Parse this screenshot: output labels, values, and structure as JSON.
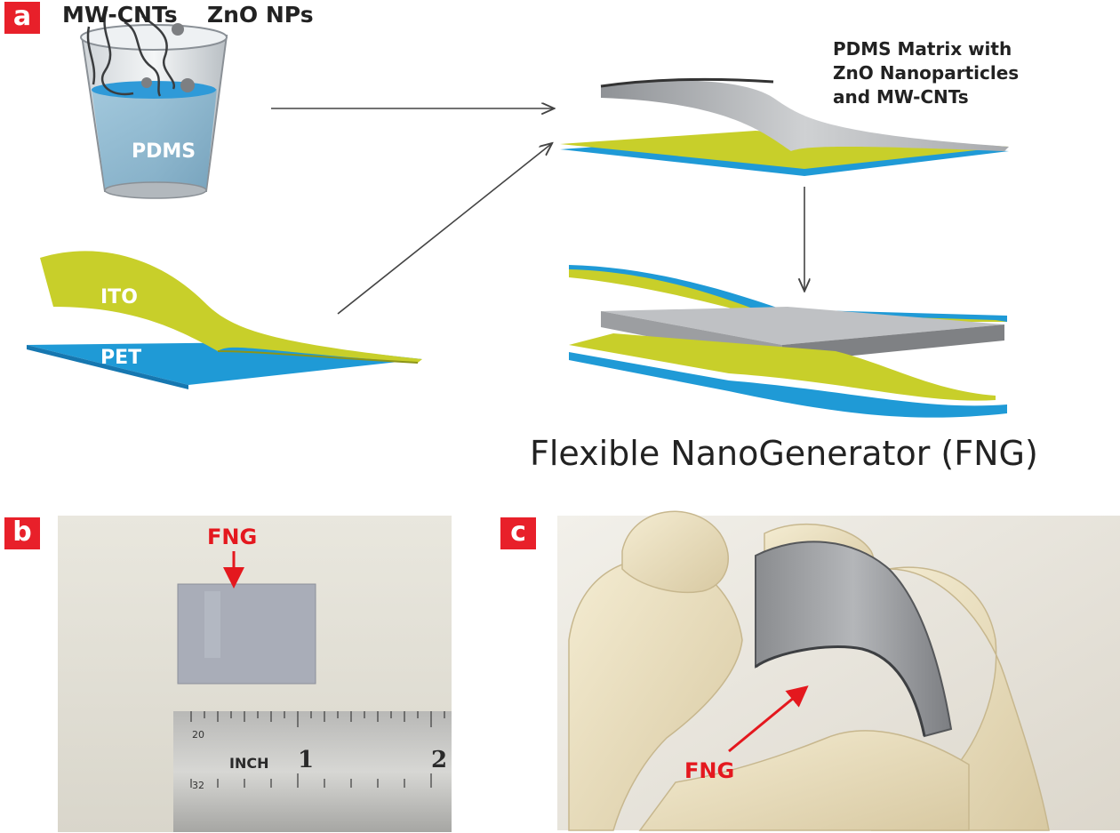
{
  "panels": {
    "a": "a",
    "b": "b",
    "c": "c"
  },
  "labels": {
    "mwcnts": "MW-CNTs",
    "zno_nps": "ZnO NPs",
    "pdms": "PDMS",
    "ito": "ITO",
    "pet": "PET",
    "fng_title": "Flexible NanoGenerator (FNG)",
    "fng_b": "FNG",
    "fng_c": "FNG",
    "ruler_inch": "INCH",
    "ruler_1": "1",
    "ruler_2": "2",
    "ruler_20": "20",
    "ruler_32": "32"
  },
  "matrix_label": [
    "PDMS Matrix with",
    "ZnO Nanoparticles",
    "and MW-CNTs"
  ],
  "colors": {
    "tag_red": "#e8202a",
    "ito_yellow": "#c8cf2a",
    "pet_blue": "#1f9ad6",
    "pdms_gray": "#a7a9ac",
    "arrow_red": "#e4181e"
  }
}
